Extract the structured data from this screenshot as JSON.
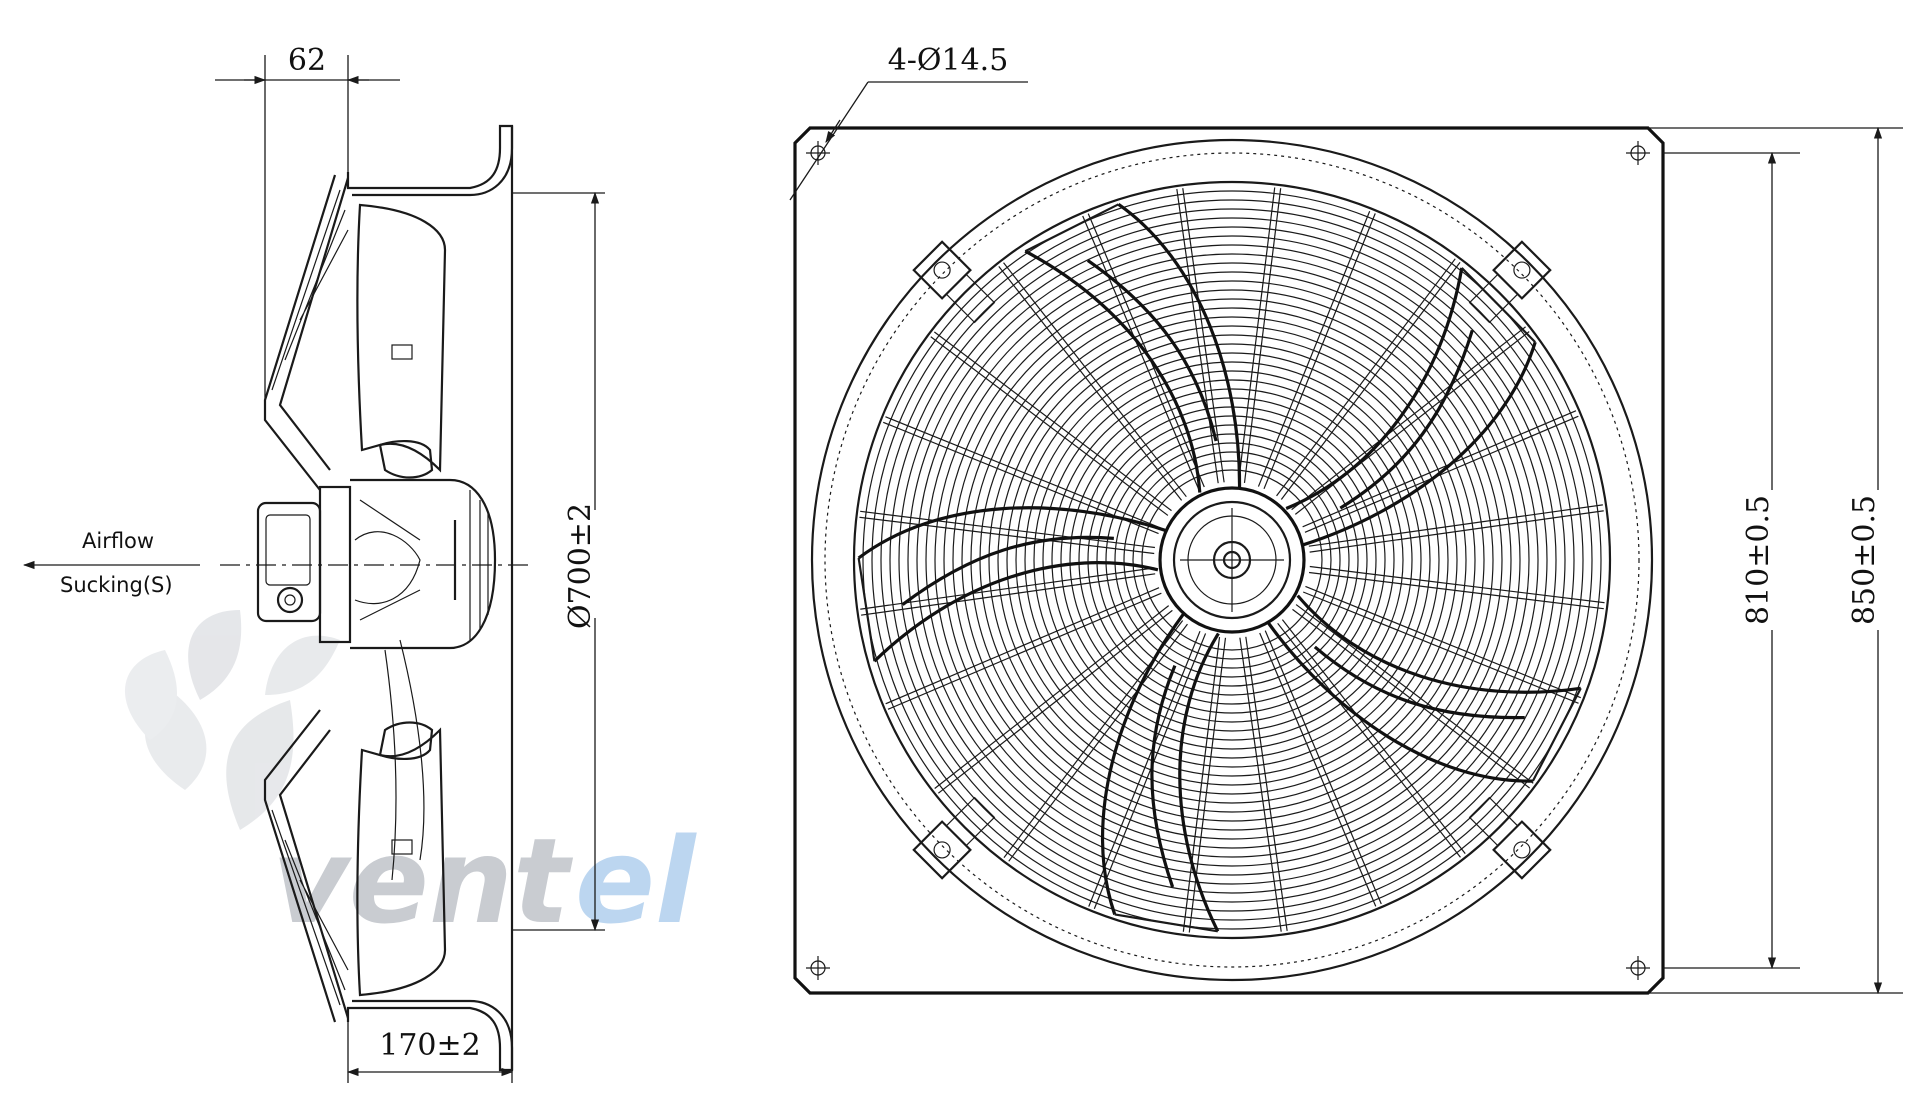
{
  "watermark": {
    "text_main": "vent",
    "text_accent": "el",
    "main_color": "#c9ccd1",
    "accent_color": "#bcd6f0"
  },
  "side_view": {
    "top_dim": "62",
    "bottom_dim": "170±2",
    "diameter_dim": "Ø700±2",
    "airflow_label": "Airflow",
    "mode_label": "Sucking(S)"
  },
  "front_view": {
    "holes_dim": "4-Ø14.5",
    "inner_height_dim": "810±0.5",
    "outer_height_dim": "850±0.5"
  },
  "colors": {
    "line": "#1a1a1a",
    "background": "#ffffff"
  }
}
